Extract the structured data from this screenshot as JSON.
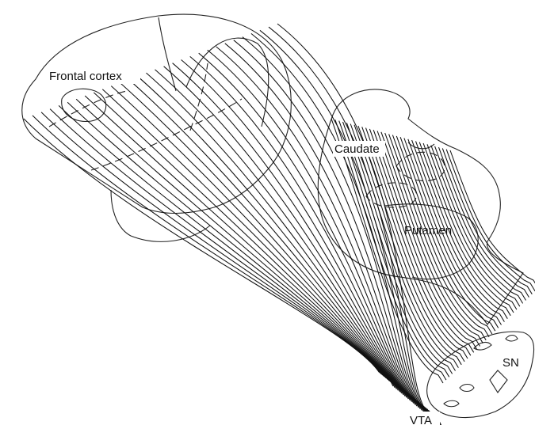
{
  "labels": {
    "frontal_cortex": "Frontal cortex",
    "caudate": "Caudate",
    "putamen": "Putamen",
    "sn": "SN",
    "vta": "VTA"
  },
  "colors": {
    "ink": "#111111",
    "background": "#ffffff"
  }
}
